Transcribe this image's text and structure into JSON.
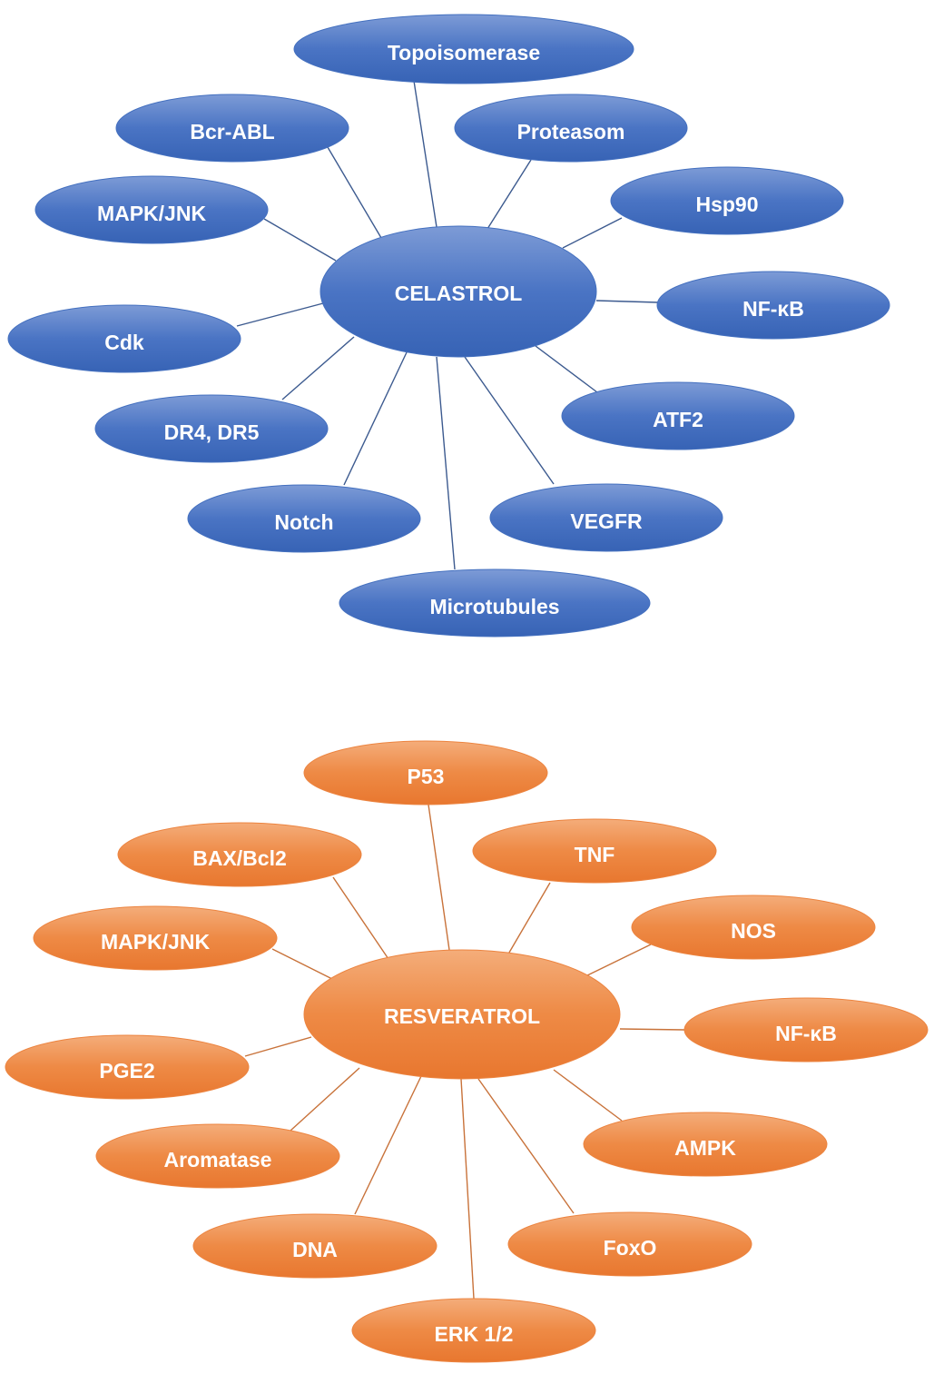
{
  "diagrams": [
    {
      "hub": {
        "label": "CELASTROL"
      },
      "colors": {
        "top": "#7d9bd6",
        "mid": "#4a74c4",
        "bottom": "#3763b5",
        "stroke": "#4470bf",
        "line": "#3c5a8f"
      },
      "nodes": [
        {
          "label": "Topoisomerase"
        },
        {
          "label": "Proteasom"
        },
        {
          "label": "Hsp90"
        },
        {
          "label": "NF-κB"
        },
        {
          "label": "ATF2"
        },
        {
          "label": "VEGFR"
        },
        {
          "label": "Microtubules"
        },
        {
          "label": "Notch"
        },
        {
          "label": "DR4, DR5"
        },
        {
          "label": "Cdk"
        },
        {
          "label": "MAPK/JNK"
        },
        {
          "label": "Bcr-ABL"
        }
      ]
    },
    {
      "hub": {
        "label": "RESVERATROL"
      },
      "colors": {
        "top": "#f4ad7a",
        "mid": "#ee8a45",
        "bottom": "#e8772f",
        "stroke": "#ec8440",
        "line": "#c8723a"
      },
      "nodes": [
        {
          "label": "P53"
        },
        {
          "label": "TNF"
        },
        {
          "label": "NOS"
        },
        {
          "label": "NF-κB"
        },
        {
          "label": "AMPK"
        },
        {
          "label": "FoxO"
        },
        {
          "label": "ERK 1/2"
        },
        {
          "label": "DNA"
        },
        {
          "label": "Aromatase"
        },
        {
          "label": "PGE2"
        },
        {
          "label": "MAPK/JNK"
        },
        {
          "label": "BAX/Bcl2"
        }
      ]
    }
  ]
}
